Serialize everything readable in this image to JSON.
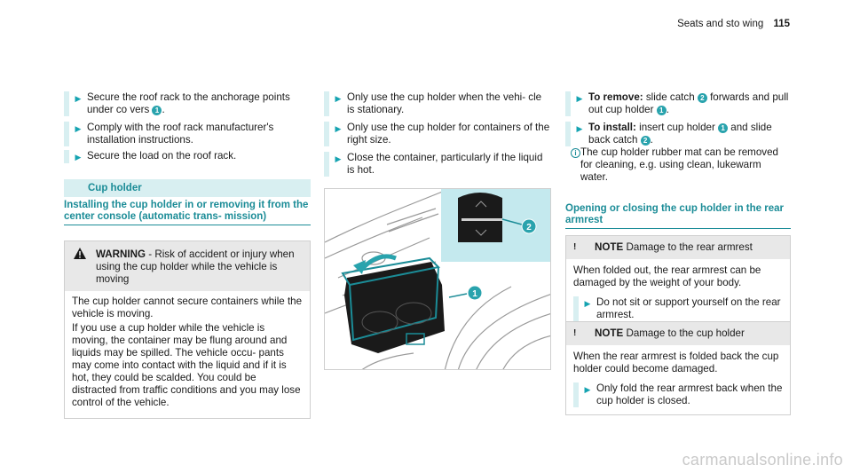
{
  "header": {
    "section": "Seats and sto wing",
    "page": "115"
  },
  "col1": {
    "steps": [
      [
        "Secure the roof rack to the anchorage points under co vers ",
        "1",
        "."
      ],
      [
        "Comply with the roof rack manufacturer's installation instructions."
      ],
      [
        "Secure the load on the roof rack."
      ]
    ],
    "section_title": "Cup holder",
    "subhead": "Installing the cup holder in or removing it from the center console (automatic trans‐ mission)",
    "warning": {
      "title": "WARNING",
      "title_rest": " - Risk of accident or injury when using the cup holder while the vehicle is moving",
      "body": [
        "The cup holder cannot secure containers while the vehicle is moving.",
        "If you use a cup holder while the vehicle is moving, the container may be flung around and liquids may be spilled. The vehicle occu‐ pants may come into contact with the liquid and if it is hot, they could be scalded. You could be distracted from traffic conditions and you may lose control of the vehicle."
      ]
    }
  },
  "col2": {
    "steps": [
      "Only use the cup holder when the vehi‐ cle is stationary.",
      "Only use the cup holder for containers of the right size.",
      "Close the container, particularly if the liquid is hot."
    ],
    "figure": {
      "callouts": [
        "1",
        "2"
      ]
    }
  },
  "col3": {
    "remove": {
      "label": "To remove:",
      "text1": " slide catch ",
      "n1": "2",
      "text2": " forwards and pull out cup holder ",
      "n2": "1",
      "text3": "."
    },
    "install": {
      "label": "To install:",
      "text1": " insert cup holder ",
      "n1": "1",
      "text2": " and slide back catch ",
      "n2": "2",
      "text3": "."
    },
    "info": "The cup holder rubber mat can be removed for cleaning, e.g. using clean, lukewarm water.",
    "subhead": "Opening or closing the cup holder in the rear armrest",
    "note1": {
      "title": "NOTE",
      "title_rest": " Damage to the rear armrest",
      "body": "When folded out, the rear armrest can be damaged by the weight of your body.",
      "step": "Do not sit or support yourself on the rear armrest."
    },
    "note2": {
      "title": "NOTE",
      "title_rest": " Damage to the cup holder",
      "body": "When the rear armrest is folded back the cup holder could become damaged.",
      "step": "Only fold the rear armrest back when the cup holder is closed."
    }
  },
  "footer": "carmanualsonline.info",
  "colors": {
    "accent": "#1b8c97",
    "tint": "#d8eff1",
    "badge": "#29a3ad"
  }
}
